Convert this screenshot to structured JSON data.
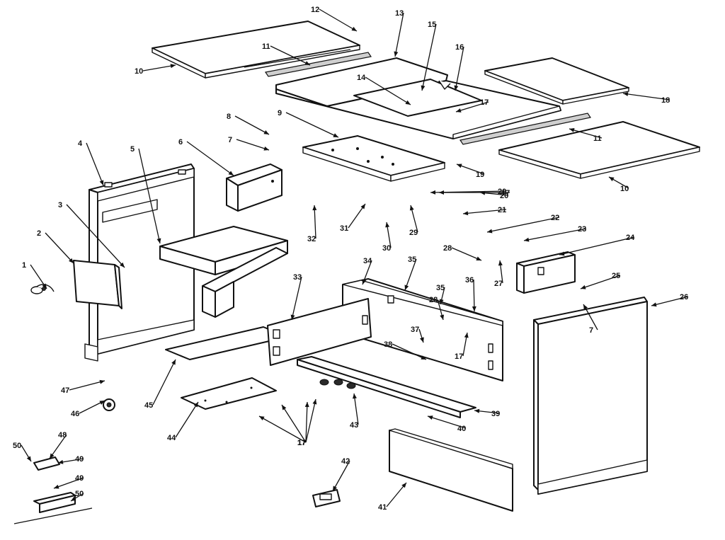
{
  "callouts": [
    "1",
    "2",
    "3",
    "4",
    "5",
    "6",
    "7",
    "8",
    "9",
    "10",
    "11",
    "12",
    "13",
    "14",
    "15",
    "16",
    "17",
    "18",
    "19",
    "20",
    "21",
    "22",
    "23",
    "24",
    "25",
    "26",
    "27",
    "28",
    "29",
    "30",
    "31",
    "32",
    "33",
    "34",
    "35",
    "36",
    "37",
    "38",
    "39",
    "40",
    "41",
    "42",
    "43",
    "44",
    "45",
    "46",
    "47",
    "48",
    "49",
    "50"
  ]
}
